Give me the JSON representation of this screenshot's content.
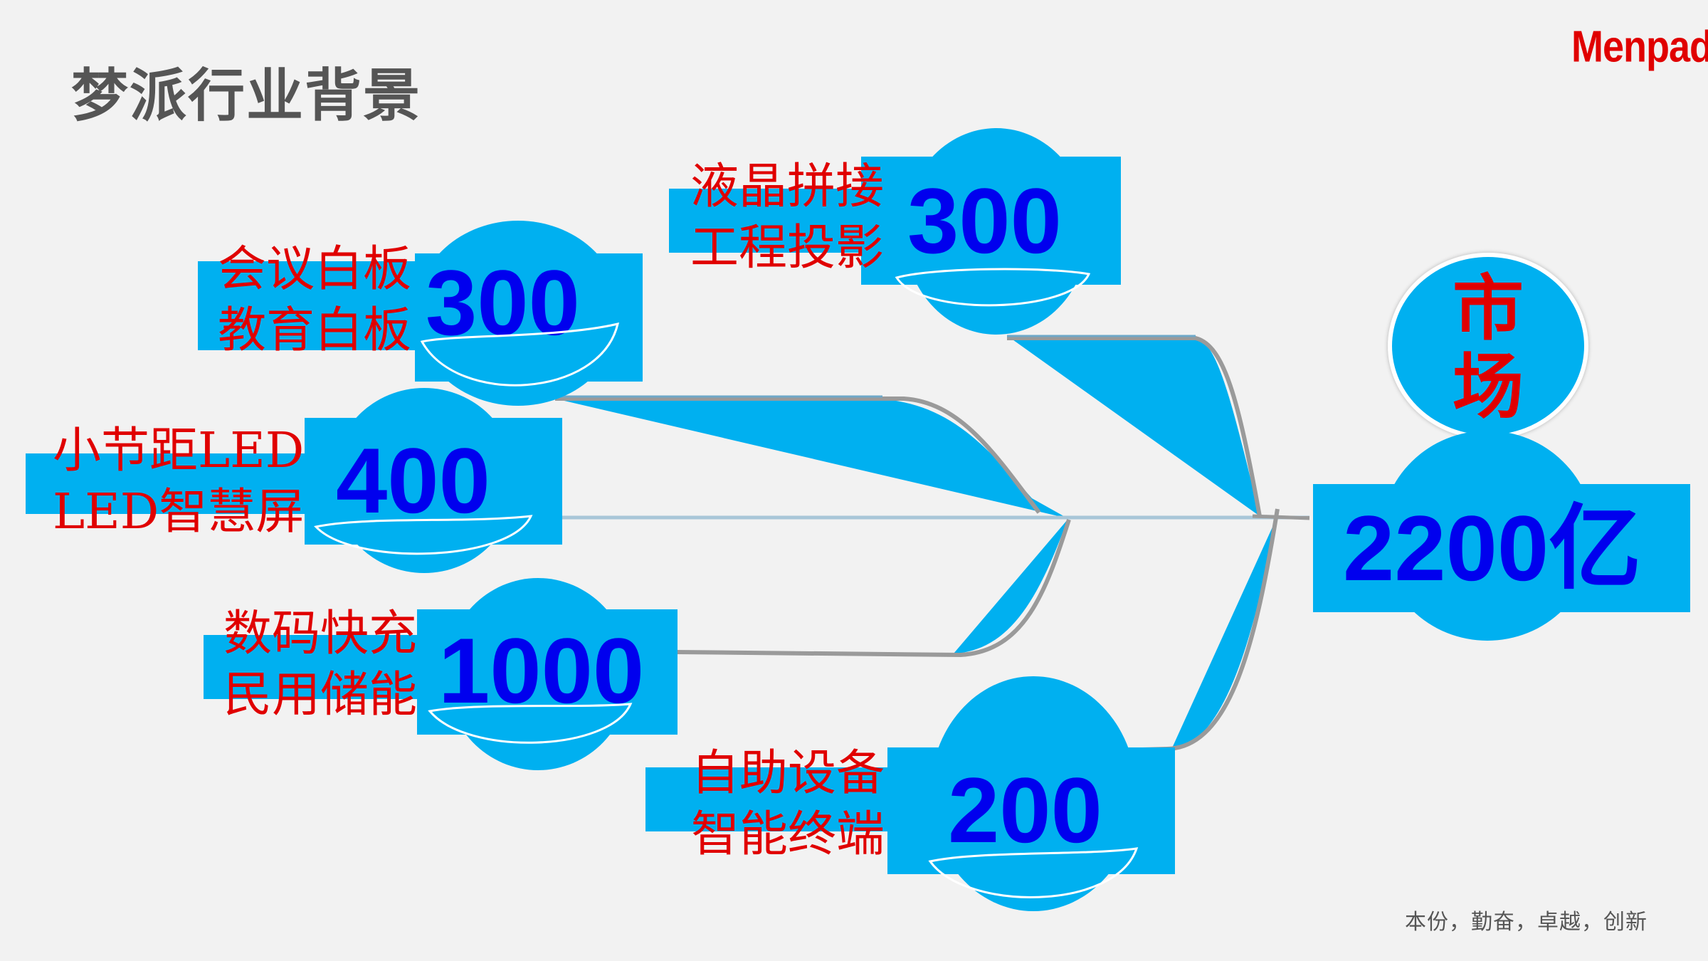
{
  "header": {
    "title": "梦派行业背景",
    "logo_text": "Menpad"
  },
  "footer": {
    "slogan": "本份，勤奋，卓越，创新"
  },
  "colors": {
    "accent_blue": "#00b0f0",
    "value_blue": "#0000ee",
    "label_red": "#e00000",
    "title_gray": "#555555"
  },
  "nodes": {
    "lcd": {
      "line1": "液晶拼接",
      "line2": "工程投影",
      "value": "300"
    },
    "whiteboard": {
      "line1": "会议白板",
      "line2": "教育白板",
      "value": "300"
    },
    "led": {
      "line1": "小节距LED",
      "line2": "LED智慧屏",
      "value": "400"
    },
    "charging": {
      "line1": "数码快充",
      "line2": "民用储能",
      "value": "1000"
    },
    "terminal": {
      "line1": "自助设备",
      "line2": "智能终端",
      "value": "200"
    }
  },
  "market": {
    "label_top": "市",
    "label_bottom": "场",
    "total": "2200亿"
  }
}
